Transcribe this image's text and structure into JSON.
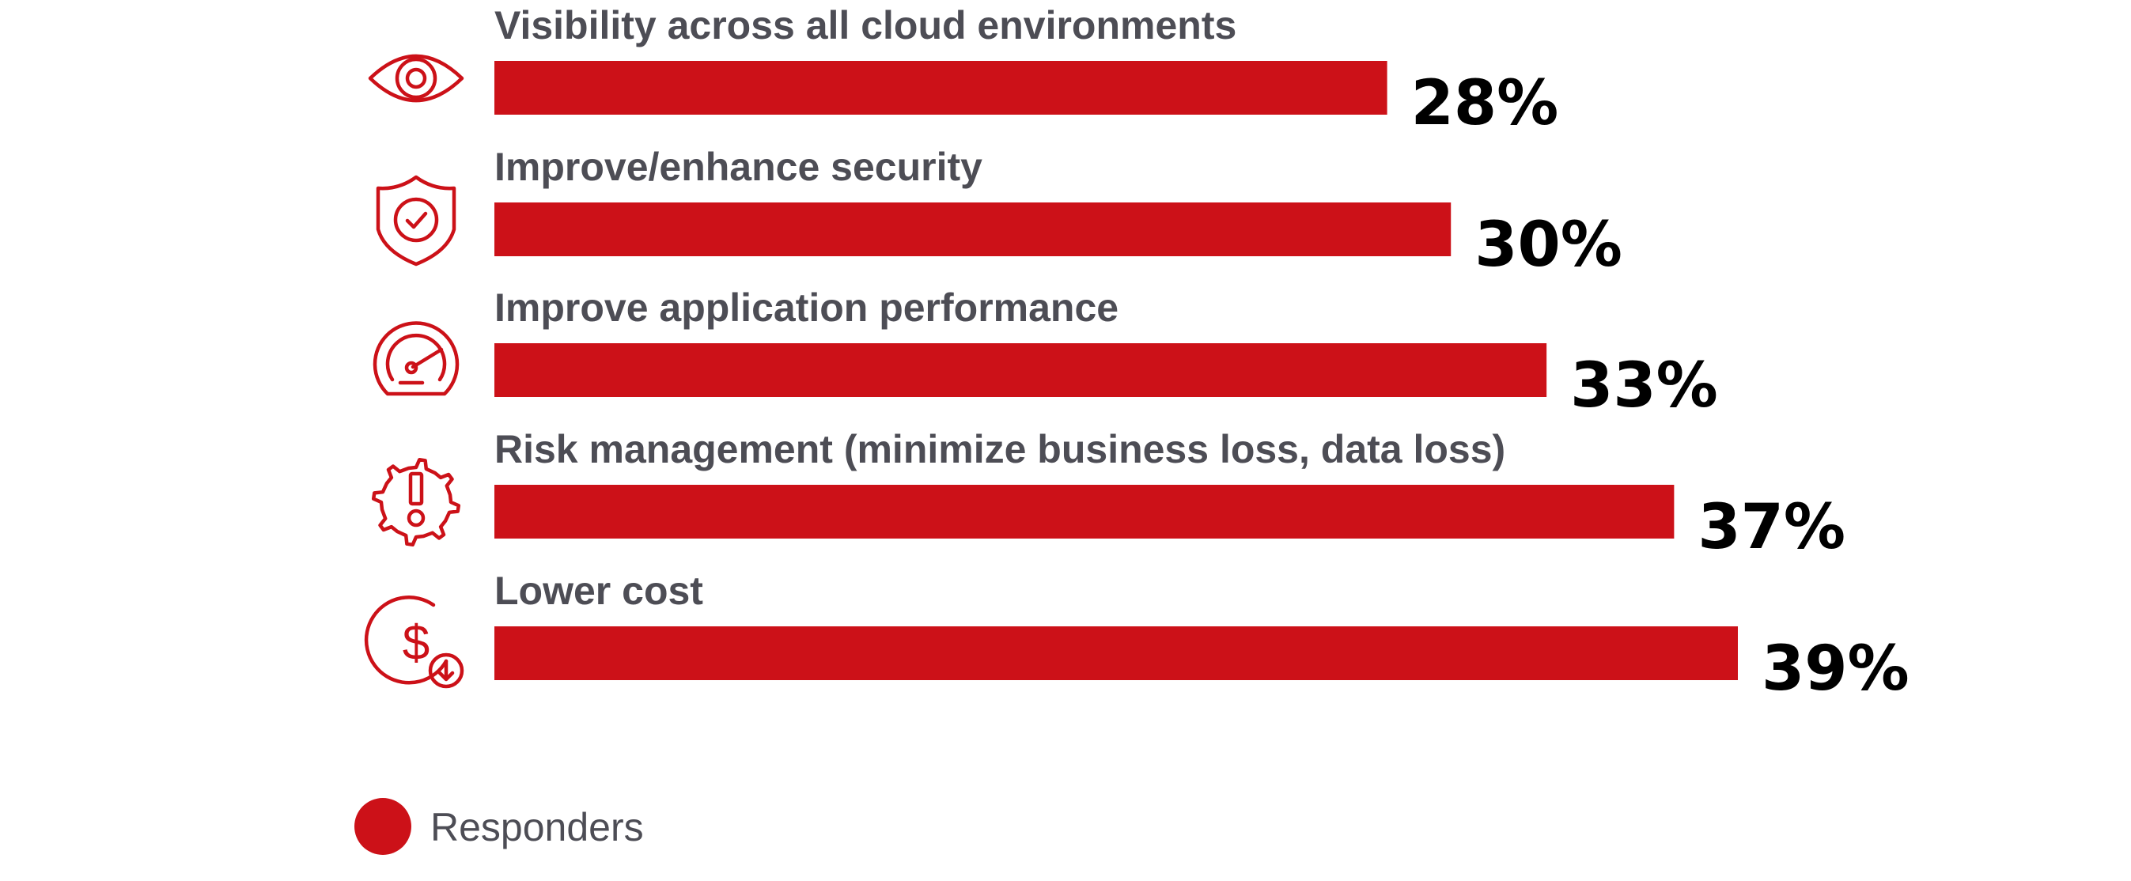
{
  "colors": {
    "bar": "#cc1118",
    "label": "#4d4d55",
    "value": "#000000"
  },
  "chart_data": {
    "type": "bar",
    "orientation": "horizontal",
    "categories": [
      "Visibility across all cloud environments",
      "Improve/enhance security",
      "Improve application performance",
      "Risk management (minimize business loss, data loss)",
      "Lower cost"
    ],
    "icons": [
      "eye-icon",
      "shield-check-icon",
      "speedometer-icon",
      "gear-alert-icon",
      "dollar-down-icon"
    ],
    "series": [
      {
        "name": "Responders",
        "values": [
          28,
          30,
          33,
          37,
          39
        ],
        "value_labels": [
          "28%",
          "30%",
          "33%",
          "37%",
          "39%"
        ]
      }
    ],
    "xlim": [
      0,
      39
    ],
    "grid": false,
    "legend": "bottom-left"
  }
}
